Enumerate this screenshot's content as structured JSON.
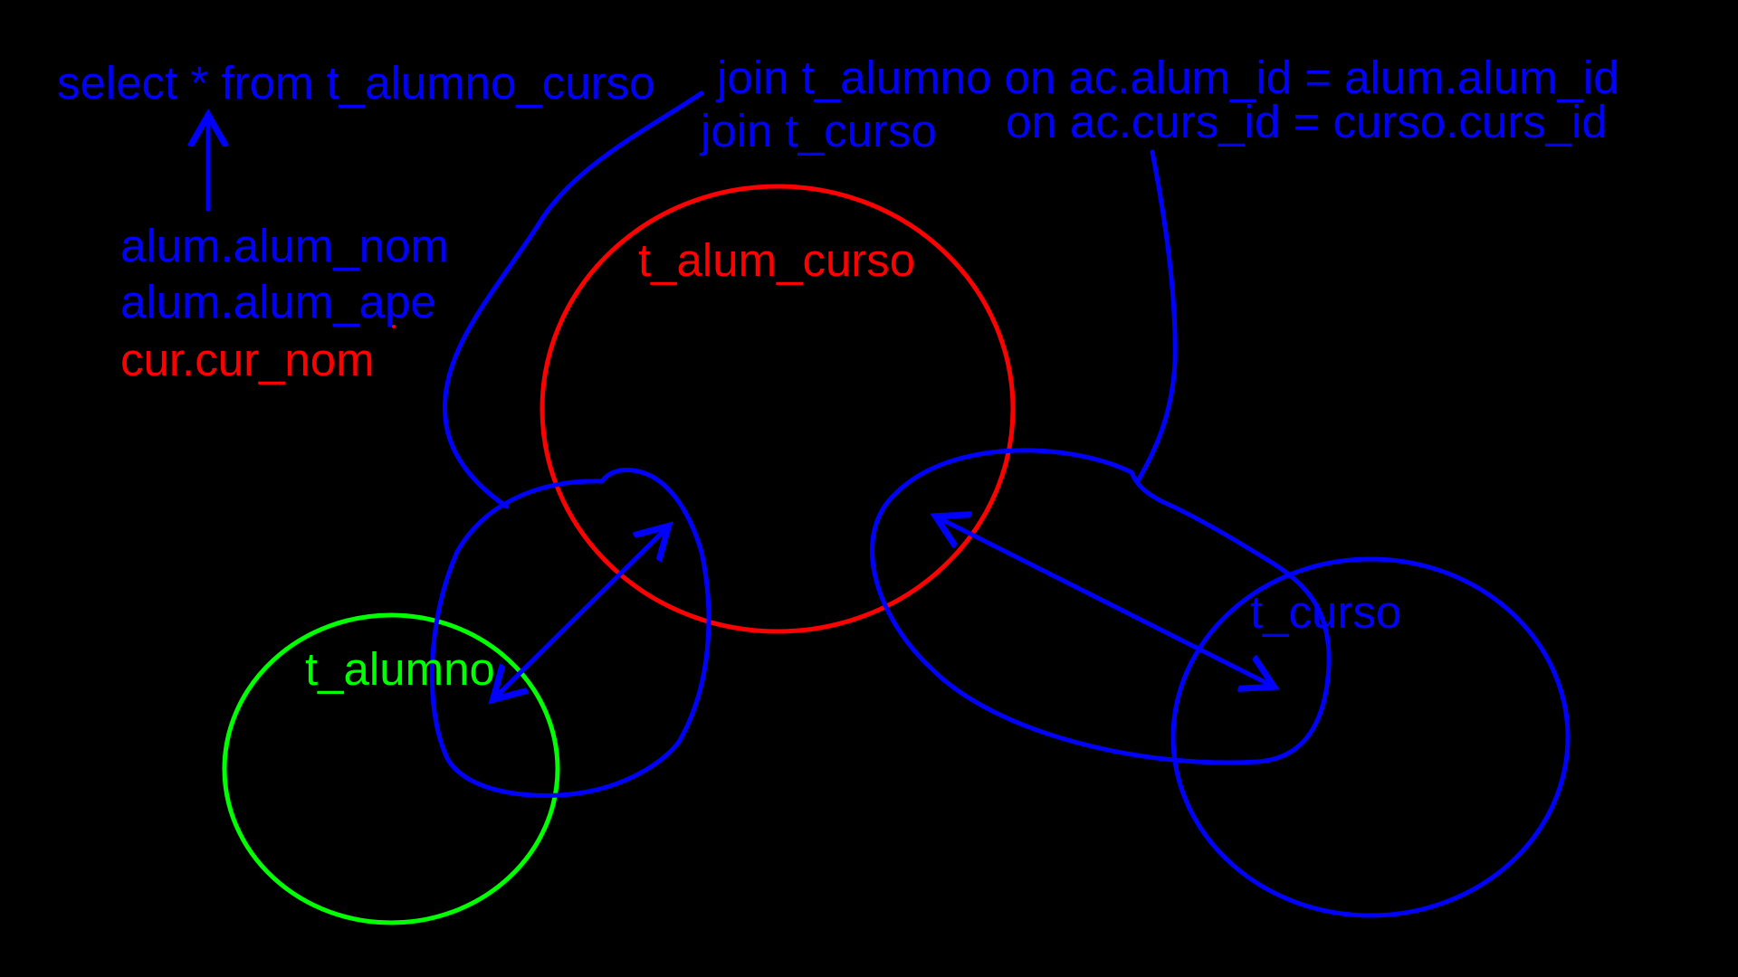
{
  "colors": {
    "background": "#000000",
    "blue": "#0000ff",
    "red": "#ff0000",
    "green": "#00ff00"
  },
  "query": {
    "select_line": "select * from t_alumno_curso",
    "join_alumno": "join t_alumno on ac.alum_id = alum.alum_id",
    "join_curso": "join t_curso",
    "on_curso": "on  ac.curs_id  = curso.curs_id"
  },
  "columns": [
    "alum.alum_nom",
    "alum.alum_ape",
    "cur.cur_nom"
  ],
  "tables": {
    "alum_curso": "t_alum_curso",
    "alumno": "t_alumno",
    "curso": "t_curso"
  }
}
